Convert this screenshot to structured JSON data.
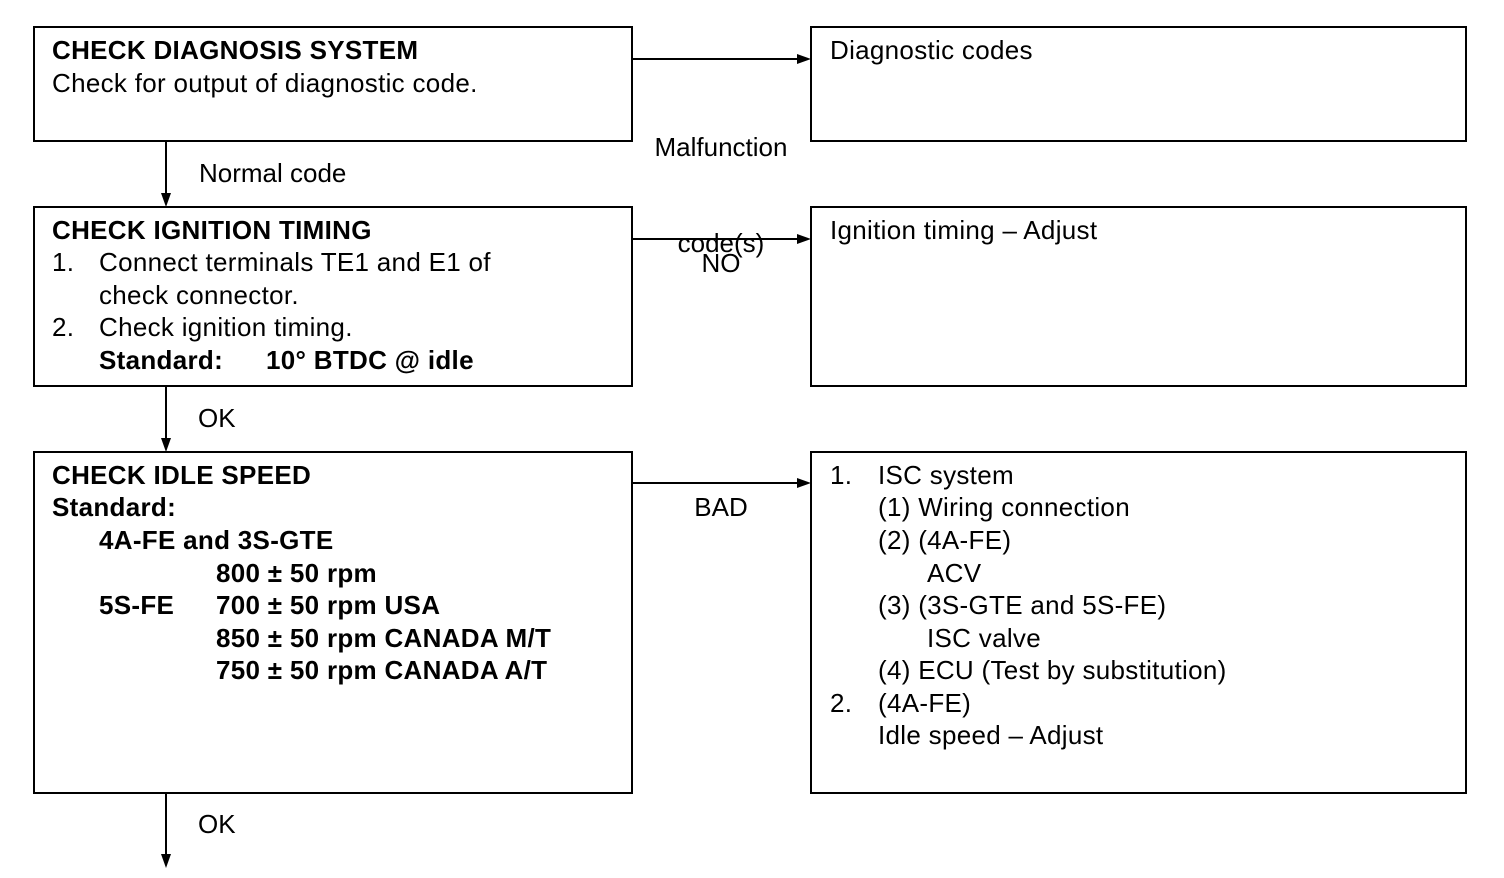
{
  "box1": {
    "title": "CHECK DIAGNOSIS SYSTEM",
    "line1": "Check for output of diagnostic code."
  },
  "box1_side": {
    "text": "Diagnostic codes"
  },
  "box2": {
    "title": "CHECK IGNITION TIMING",
    "step1_num": "1.",
    "step1_a": "Connect terminals TE1 and E1 of",
    "step1_b": "check connector.",
    "step2_num": "2.",
    "step2": "Check ignition timing.",
    "standard_label": "Standard:",
    "standard_value": "10° BTDC @ idle"
  },
  "box2_side": {
    "text": "Ignition timing – Adjust"
  },
  "box3": {
    "title": "CHECK IDLE SPEED",
    "standard_label": "Standard:",
    "engine1": "4A-FE and 3S-GTE",
    "engine1_rpm": "800 ± 50 rpm",
    "engine2": "5S-FE",
    "engine2_rpm_usa": "700 ± 50 rpm USA",
    "engine2_rpm_canada_mt": "850 ± 50 rpm CANADA M/T",
    "engine2_rpm_canada_at": "750 ± 50 rpm CANADA A/T"
  },
  "box3_side": {
    "item1_num": "1.",
    "item1": "ISC system",
    "sub1": "(1) Wiring connection",
    "sub2": "(2) (4A-FE)",
    "sub2_detail": "ACV",
    "sub3": "(3) (3S-GTE and 5S-FE)",
    "sub3_detail": "ISC valve",
    "sub4": "(4) ECU (Test by substitution)",
    "item2_num": "2.",
    "item2": "(4A-FE)",
    "item2_detail": "Idle speed – Adjust"
  },
  "labels": {
    "malfunction_1": "Malfunction",
    "malfunction_2": "code(s)",
    "normal_code": "Normal code",
    "no": "NO",
    "ok_1": "OK",
    "bad": "BAD",
    "ok_2": "OK"
  }
}
